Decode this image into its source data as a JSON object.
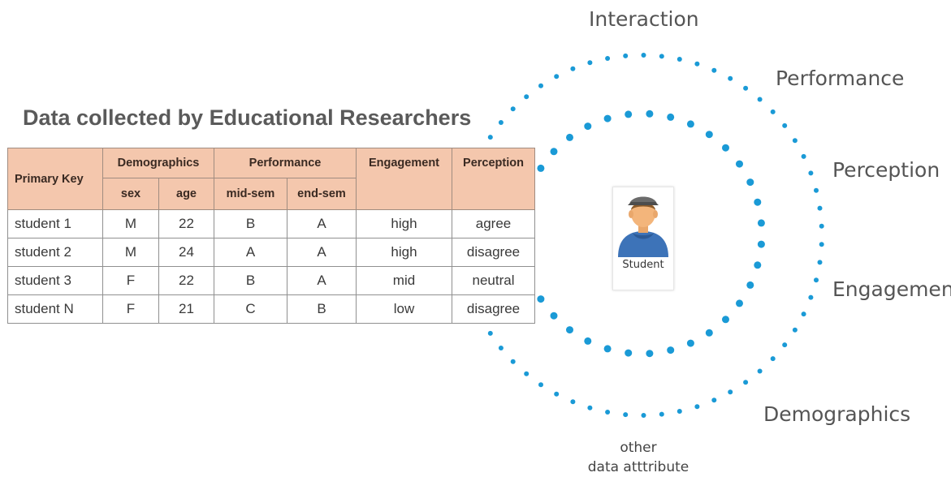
{
  "title": "Data collected by Educational Researchers",
  "table": {
    "headers": {
      "primary_key": "Primary Key",
      "demographics": "Demographics",
      "performance": "Performance",
      "engagement": "Engagement",
      "perception": "Perception"
    },
    "subheaders": {
      "sex": "sex",
      "age": "age",
      "mid_sem": "mid-sem",
      "end_sem": "end-sem"
    },
    "rows": [
      {
        "key": "student 1",
        "sex": "M",
        "age": "22",
        "mid": "B",
        "end": "A",
        "engagement": "high",
        "perception": "agree"
      },
      {
        "key": "student 2",
        "sex": "M",
        "age": "24",
        "mid": "A",
        "end": "A",
        "engagement": "high",
        "perception": "disagree"
      },
      {
        "key": "student 3",
        "sex": "F",
        "age": "22",
        "mid": "B",
        "end": "A",
        "engagement": "mid",
        "perception": "neutral"
      },
      {
        "key": "student N",
        "sex": "F",
        "age": "21",
        "mid": "C",
        "end": "B",
        "engagement": "low",
        "perception": "disagree"
      }
    ]
  },
  "ring_labels": {
    "interaction": "Interaction",
    "performance": "Performance",
    "perception": "Perception",
    "engagement": "Engagement",
    "demographics": "Demographics"
  },
  "other_label": [
    "other",
    "data atttribute"
  ],
  "student": {
    "label": "Student",
    "icon": "student-avatar-icon"
  },
  "colors": {
    "dots": "#1a9ad6",
    "header_fill": "#f4c7ad",
    "label_text": "#555555"
  }
}
